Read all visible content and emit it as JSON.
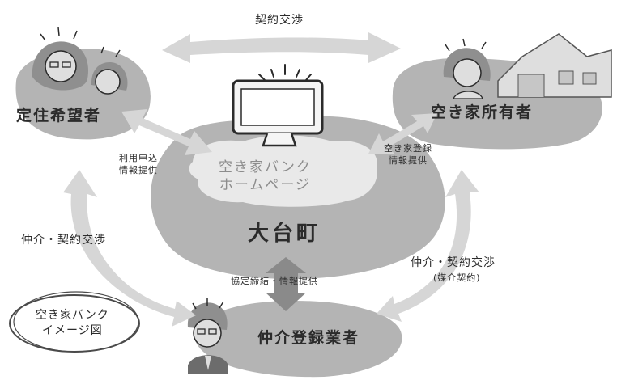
{
  "title": "大台町",
  "homepage": "空き家バンク\nホームページ",
  "actors": {
    "settler": "定住希望者",
    "owner": "空き家所有者",
    "broker": "仲介登録業者"
  },
  "flows": {
    "top": "契約交渉",
    "settler_in": "利用申込\n情報提供",
    "owner_in": "空き家登録\n情報提供",
    "broker_in": "協定締結・情報提供",
    "left": "仲介・契約交渉",
    "right": "仲介・契約交渉",
    "right_sub": "(媒介契約)"
  },
  "stamp": "空き家バンク\nイメージ図",
  "colors": {
    "blob": "#b4b4b4",
    "center_blob": "#cfcfcf",
    "arrow": "#d6d6d6",
    "dark_arrow": "#8a8a8a",
    "ink": "#2b2b2b"
  }
}
